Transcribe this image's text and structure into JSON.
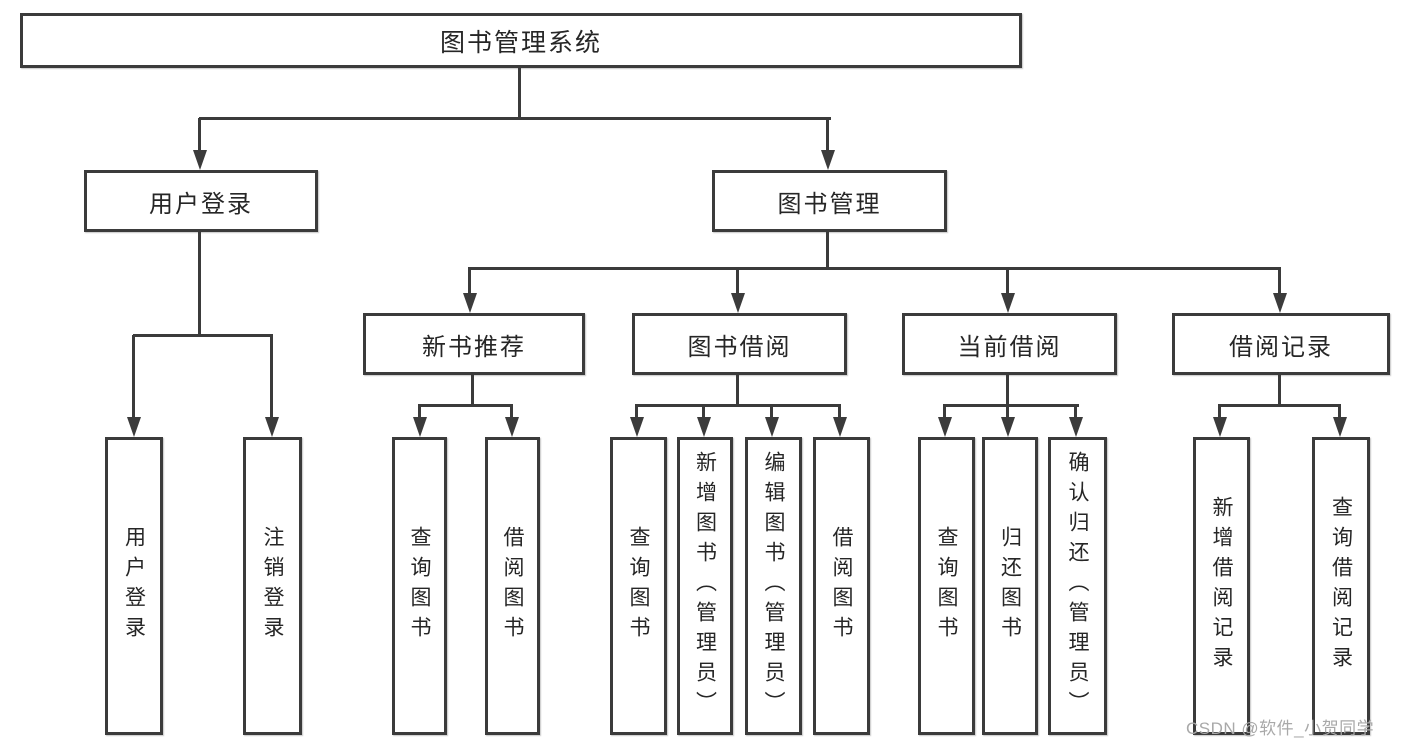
{
  "diagram": {
    "root": {
      "label": "图书管理系统"
    },
    "level2": [
      {
        "label": "用户登录"
      },
      {
        "label": "图书管理"
      }
    ],
    "level3": [
      {
        "label": "新书推荐"
      },
      {
        "label": "图书借阅"
      },
      {
        "label": "当前借阅"
      },
      {
        "label": "借阅记录"
      }
    ],
    "leaves": [
      "用户登录",
      "注销登录",
      "查询图书",
      "借阅图书",
      "查询图书",
      "新增图书（管理员）",
      "编辑图书（管理员）",
      "借阅图书",
      "查询图书",
      "归还图书",
      "确认归还（管理员）",
      "新增借阅记录",
      "查询借阅记录"
    ]
  },
  "watermark": {
    "text": "CSDN @软件_小贺同学"
  },
  "colors": {
    "line": "#3b3b3b",
    "text": "#262626",
    "watermark": "#a9a9a9",
    "background": "#ffffff"
  }
}
